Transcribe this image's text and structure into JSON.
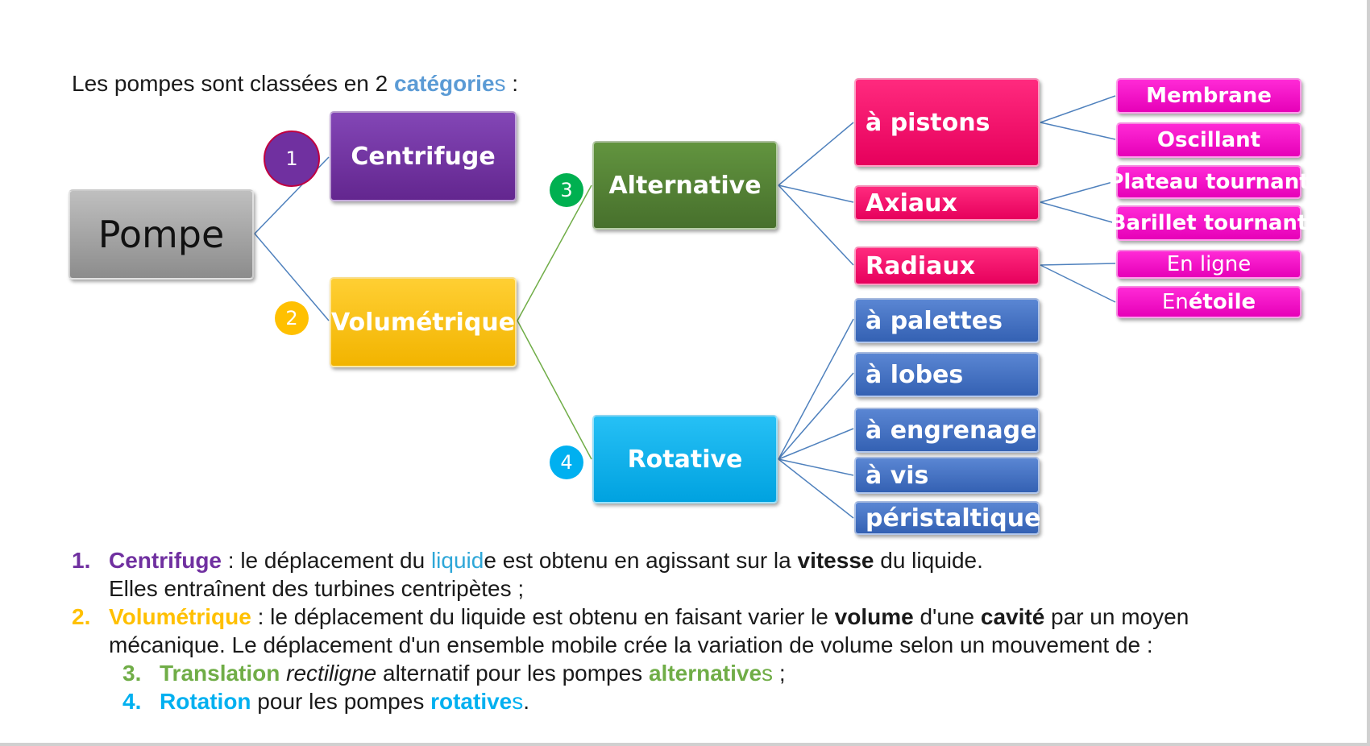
{
  "intro": {
    "prefix": "Les pompes sont classées en 2 ",
    "highlight": "catégorie",
    "highlight_end": "s",
    "suffix": " :"
  },
  "nodes": {
    "pompe": "Pompe",
    "centrifuge": "Centrifuge",
    "volumetrique": "Volumétrique",
    "alternative": "Alternative",
    "rotative": "Rotative",
    "pistons": "à pistons",
    "axiaux": "Axiaux",
    "radiaux": "Radiaux",
    "membrane": "Membrane",
    "oscillant": "Oscillant",
    "plateau": "Plateau tournant",
    "barillet": "Barillet tournant",
    "enligne": "En ligne",
    "enetoile_a": "En ",
    "enetoile_b": "étoile",
    "palettes": "à palettes",
    "lobes": "à lobes",
    "engrenage": "à engrenage",
    "vis": "à vis",
    "peristaltique": "péristaltique"
  },
  "badges": {
    "b1": "1",
    "b2": "2",
    "b3": "3",
    "b4": "4"
  },
  "notes": {
    "n1": {
      "num": "1.",
      "term": "Centrifuge",
      "t1": " : le déplacement du ",
      "liquid_hl": "liquid",
      "liquid_end": "e",
      "t2": " est obtenu en agissant sur la ",
      "bold": "vitesse",
      "t3": " du liquide."
    },
    "n1b": "Elles entraînent des turbines centripètes ;",
    "n2": {
      "num": "2.",
      "term": "Volumétrique",
      "t1": " : le déplacement du liquide est obtenu en faisant varier le ",
      "bold1": "volume",
      "t2": " d'une ",
      "bold2": "cavité",
      "t3": " par un moyen"
    },
    "n2b": "mécanique. Le déplacement d'un ensemble mobile crée la variation de volume selon un mouvement de :",
    "n3": {
      "num": "3.",
      "term": "Translation",
      "t1": " ",
      "ital": "rectiligne",
      "t2": " alternatif pour les pompes ",
      "hl": "alternative",
      "hl_end": "s",
      "t3": " ;"
    },
    "n4": {
      "num": "4.",
      "term": "Rotation",
      "t1": " pour les pompes ",
      "hl": "rotative",
      "hl_end": "s",
      "t2": "."
    }
  },
  "colors": {
    "pompe": "#a6a6a6",
    "centrifuge": "#7030a0",
    "volumetrique": "#ffc000",
    "alternative": "#548235",
    "rotative": "#00b0f0",
    "alt_children": "#ff0066",
    "leaves": "#ff00cc",
    "rot_children": "#4472c4",
    "line_blue": "#4f81bd",
    "line_green": "#70ad47",
    "badge_green": "#00b050"
  }
}
